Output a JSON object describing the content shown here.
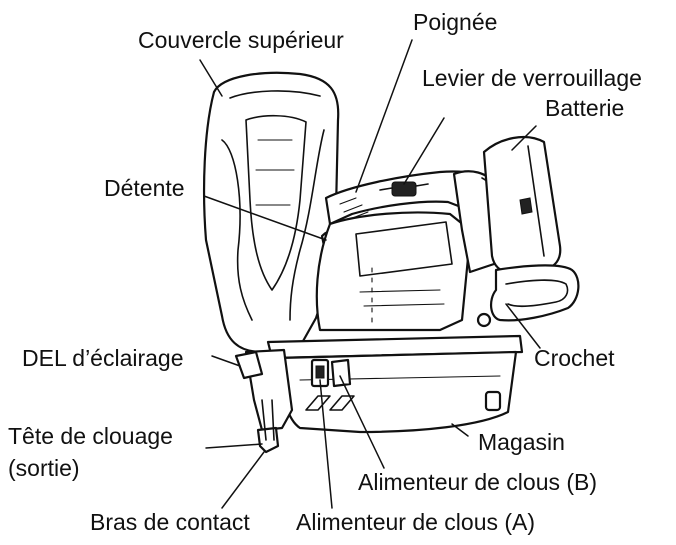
{
  "labels": {
    "top_cover": "Couvercle supérieur",
    "handle": "Poignée",
    "lock_lever": "Levier de verrouillage",
    "battery": "Batterie",
    "trigger": "Détente",
    "hook": "Crochet",
    "led": "DEL d’éclairage",
    "nose_line1": "Tête de clouage",
    "nose_line2": "(sortie)",
    "magazine": "Magasin",
    "nail_feeder_b": "Alimenteur de clous (B)",
    "contact_arm": "Bras de contact",
    "nail_feeder_a": "Alimenteur de clous (A)"
  },
  "colors": {
    "ink": "#111111",
    "background": "#ffffff"
  }
}
